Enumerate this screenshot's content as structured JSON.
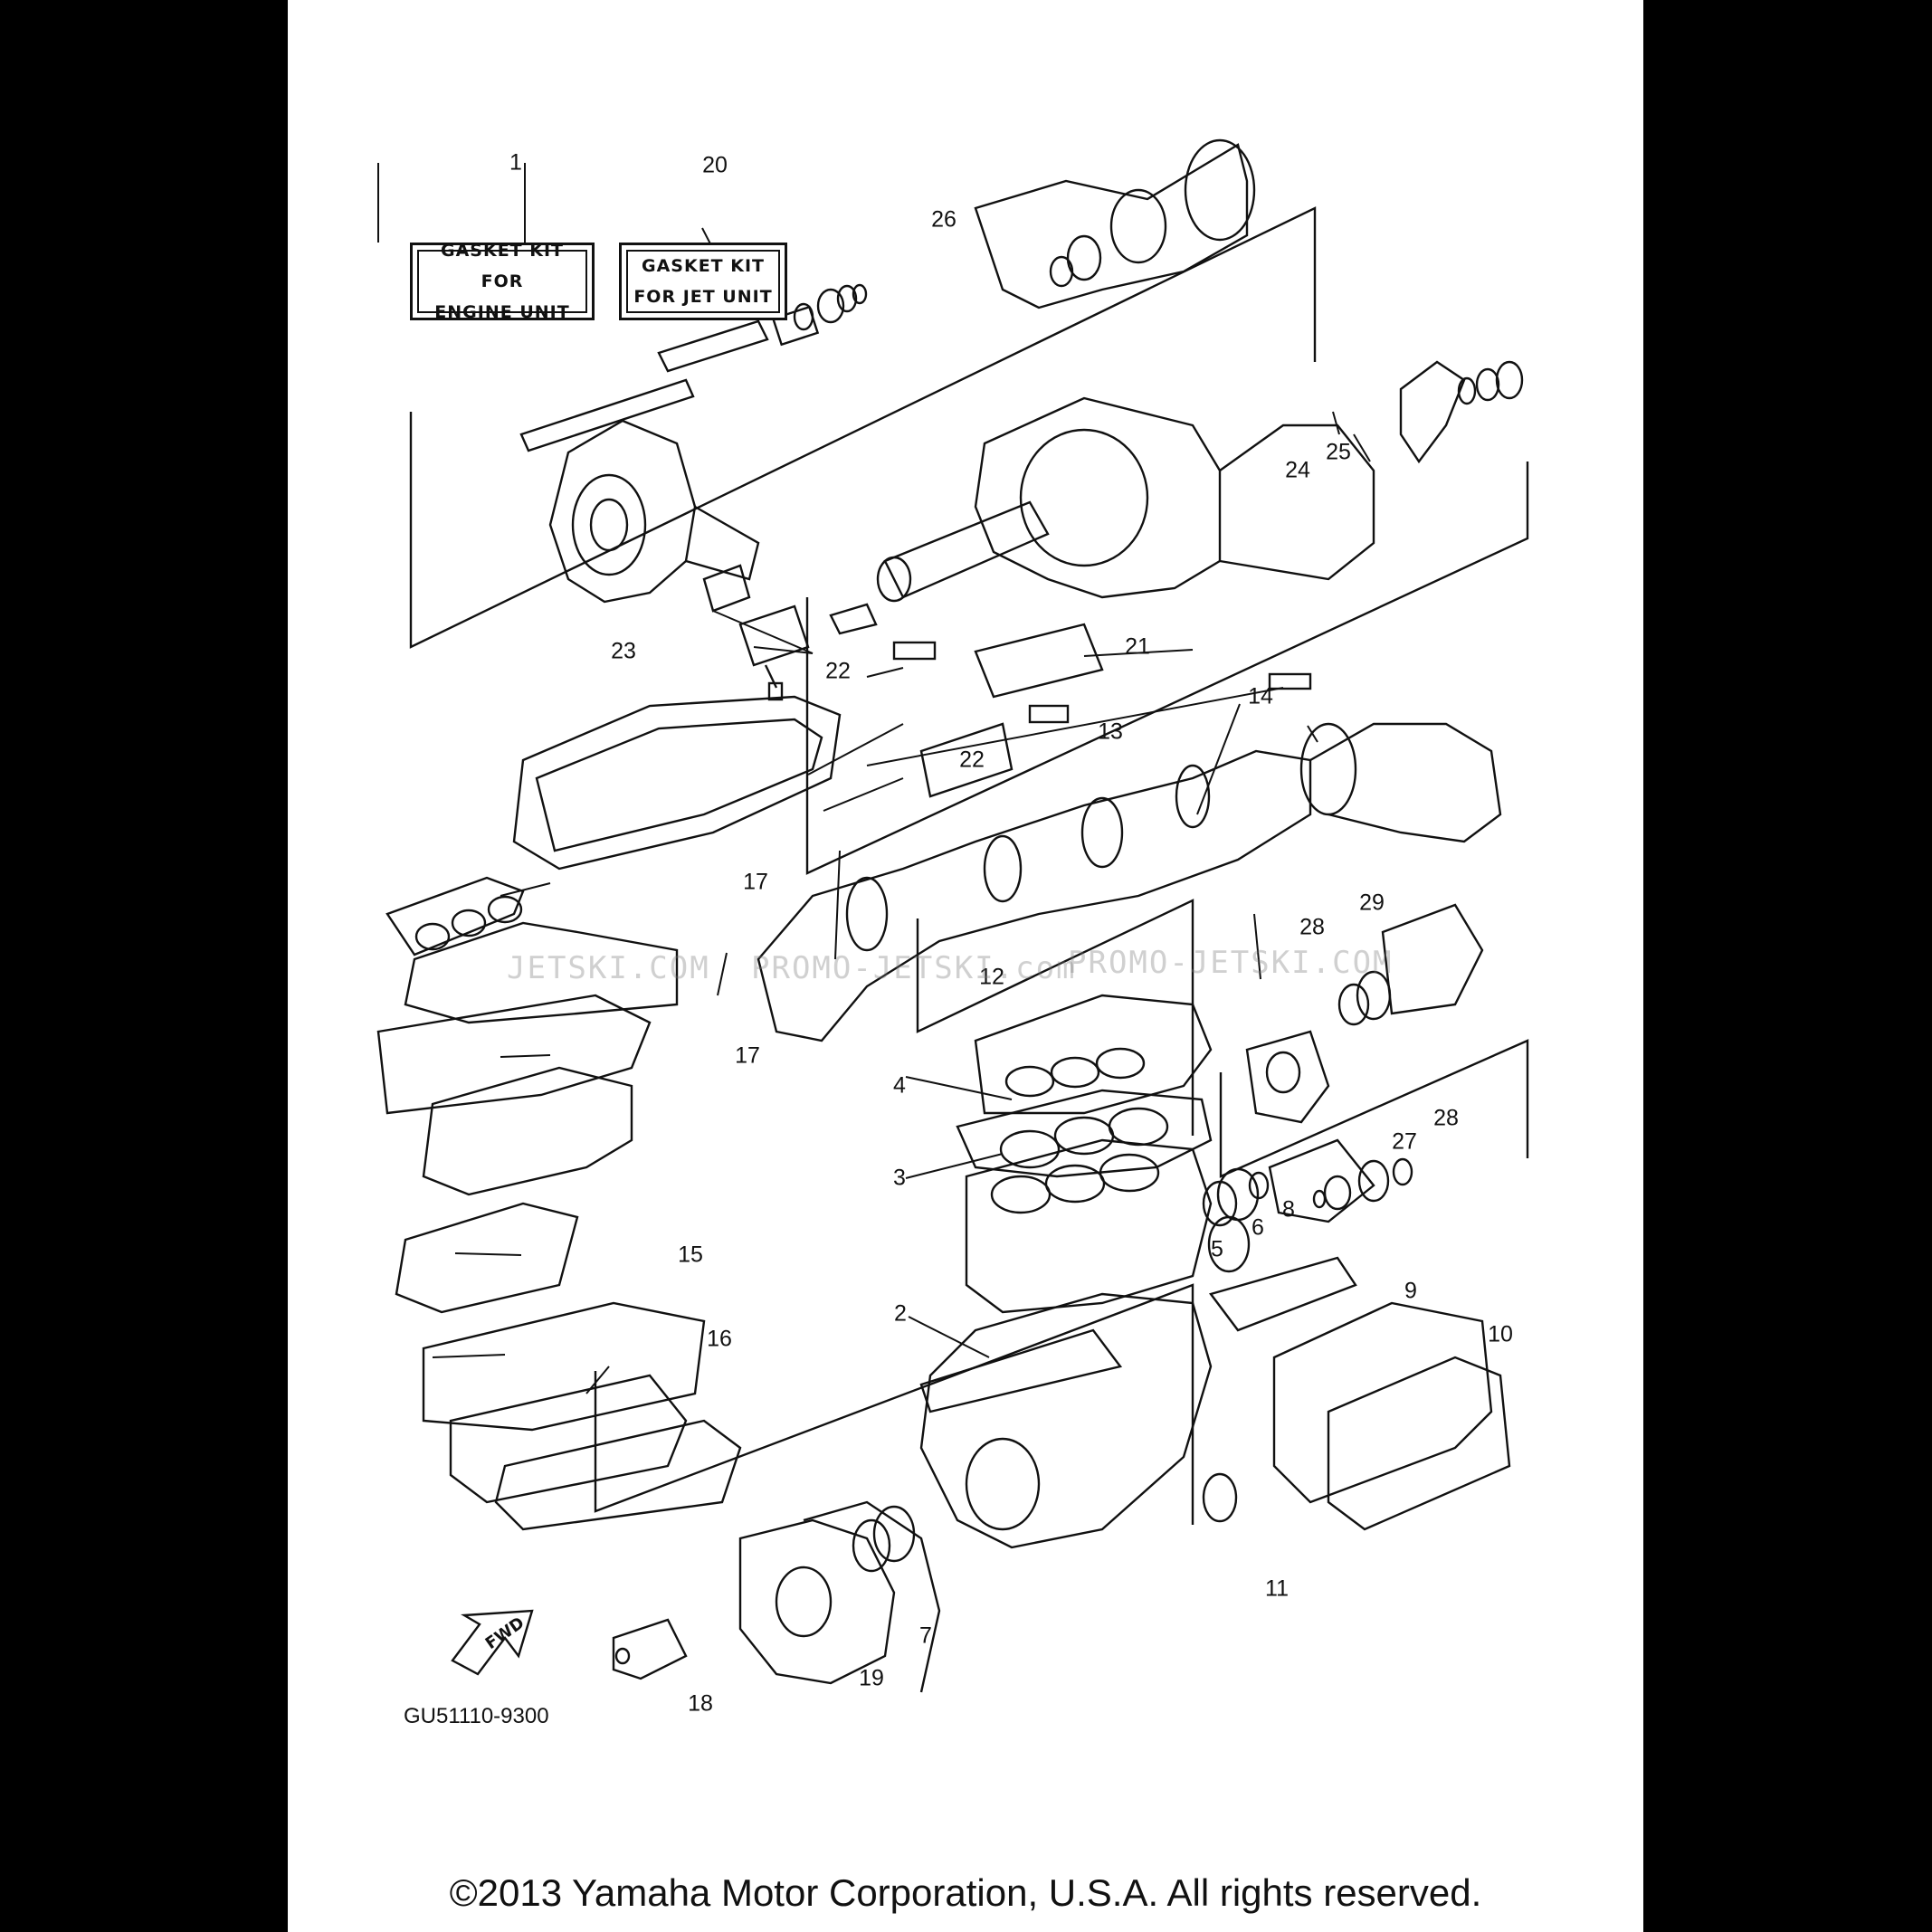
{
  "kits": [
    {
      "ref": "1",
      "line1": "GASKET KIT FOR",
      "line2": "ENGINE UNIT"
    },
    {
      "ref": "20",
      "line1": "GASKET KIT",
      "line2": "FOR JET UNIT"
    }
  ],
  "refs": {
    "r2": "2",
    "r3": "3",
    "r4": "4",
    "r5": "5",
    "r6": "6",
    "r7": "7",
    "r8": "8",
    "r9": "9",
    "r10": "10",
    "r11": "11",
    "r12": "12",
    "r13": "13",
    "r14": "14",
    "r15": "15",
    "r16": "16",
    "r17a": "17",
    "r17b": "17",
    "r18": "18",
    "r19": "19",
    "r21": "21",
    "r22a": "22",
    "r22b": "22",
    "r23": "23",
    "r24": "24",
    "r25": "25",
    "r26": "26",
    "r27": "27",
    "r28a": "28",
    "r28b": "28",
    "r29": "29"
  },
  "fwd_label": "FWD",
  "diagram_code": "GU51110-9300",
  "watermarks": [
    "JETSKI.COM",
    "PROMO-JETSKI.com",
    "PROMO-JETSKI.COM"
  ],
  "copyright": "©2013 Yamaha Motor Corporation, U.S.A. All rights reserved."
}
